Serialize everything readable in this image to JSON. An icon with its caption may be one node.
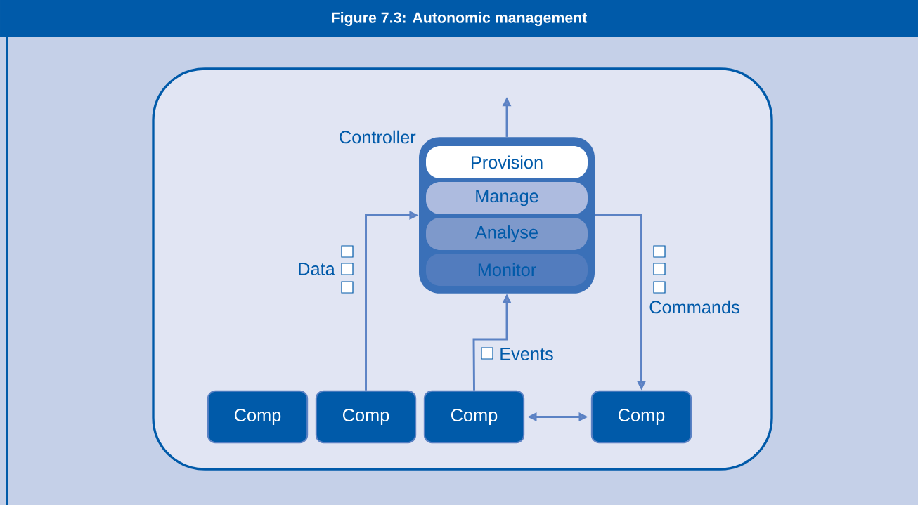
{
  "diagram": {
    "title": "Figure 7.3:  Autonomic management",
    "nodes": [
      {
        "text": [
          "Controller"
        ]
      },
      {
        "text": [
          "Provision"
        ],
        "in": 0
      },
      {
        "text": [
          "Manage"
        ],
        "in": 0
      },
      {
        "text": [
          "Analyse"
        ],
        "in": 0
      },
      {
        "text": [
          "Monitor"
        ],
        "in": 0
      },
      {
        "text": [
          "Comp"
        ]
      },
      {
        "text": [
          "Comp"
        ]
      },
      {
        "text": [
          "Comp"
        ]
      },
      {
        "text": [
          "Comp"
        ]
      }
    ],
    "edges": [
      {
        "from": 0,
        "to": null,
        "arrow": "to"
      },
      {
        "from": 6,
        "to": 0,
        "arrow": "to",
        "label": "Data"
      },
      {
        "from": 7,
        "to": 0,
        "arrow": "to",
        "label": "Events"
      },
      {
        "from": 0,
        "to": 8,
        "arrow": "to",
        "label": "Commands"
      },
      {
        "from": 7,
        "to": 8,
        "arrow": "both"
      }
    ]
  }
}
